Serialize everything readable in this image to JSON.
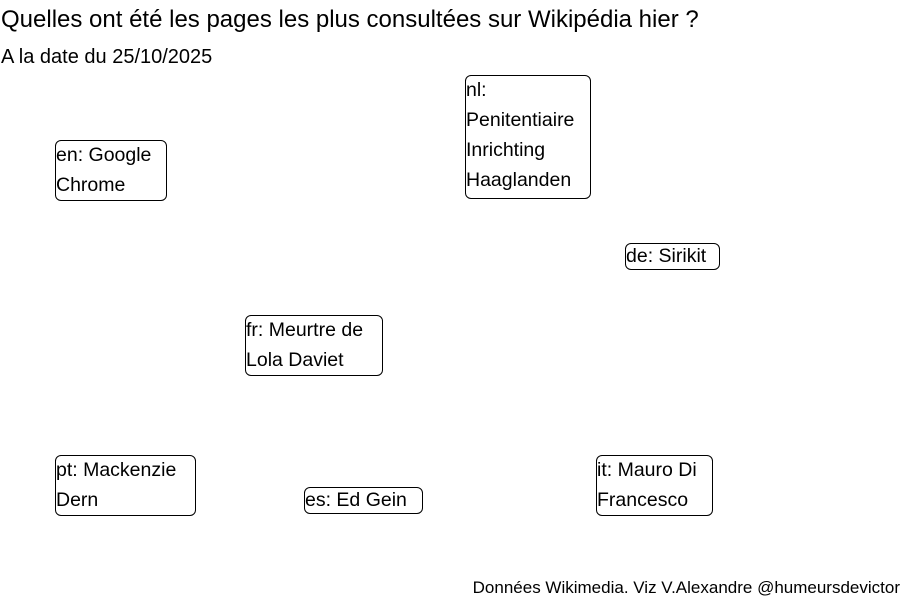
{
  "title": "Quelles ont été les pages les plus consultées sur Wikipédia hier ?",
  "subtitle": "A la date du 25/10/2025",
  "caption": "Données Wikimedia. Viz V.Alexandre @humeursdevictor",
  "chart_data": {
    "type": "text-labels",
    "title": "Quelles ont été les pages les plus consultées sur Wikipédia hier ?",
    "subtitle": "A la date du 25/10/2025",
    "labels": [
      {
        "lang": "en",
        "text": "en: Google\nChrome"
      },
      {
        "lang": "nl",
        "text": "nl:\nPenitentiaire\nInrichting\nHaaglanden"
      },
      {
        "lang": "de",
        "text": "de: Sirikit"
      },
      {
        "lang": "fr",
        "text": "fr: Meurtre de\nLola Daviet"
      },
      {
        "lang": "pt",
        "text": "pt: Mackenzie\nDern"
      },
      {
        "lang": "es",
        "text": "es: Ed Gein"
      },
      {
        "lang": "it",
        "text": "it: Mauro Di\nFrancesco"
      }
    ],
    "caption": "Données Wikimedia. Viz V.Alexandre @humeursdevictor"
  }
}
